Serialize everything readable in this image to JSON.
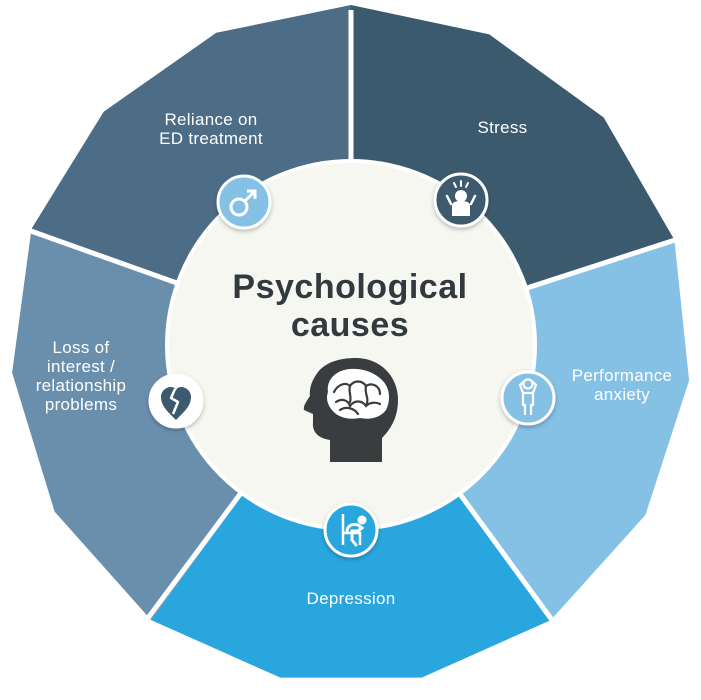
{
  "diagram": {
    "title": "Psychological\ncauses",
    "segments": [
      {
        "label": "Stress",
        "color": "#3c5a6e",
        "icon": "stressed-person-icon"
      },
      {
        "label": "Performance\nanxiety",
        "color": "#85c1e5",
        "icon": "anxious-person-icon"
      },
      {
        "label": "Depression",
        "color": "#2aa6de",
        "icon": "depressed-person-icon"
      },
      {
        "label": "Loss of\ninterest /\nrelationship\nproblems",
        "color": "#6a8fad",
        "icon": "broken-heart-icon"
      },
      {
        "label": "Reliance on\nED treatment",
        "color": "#4d6c86",
        "icon": "male-symbol-icon"
      }
    ],
    "center_icon": "head-brain-icon",
    "colors": {
      "center_fill": "#f5f7f0",
      "icon_badge_border": "#ffffff",
      "title_text": "#333a3f"
    }
  }
}
